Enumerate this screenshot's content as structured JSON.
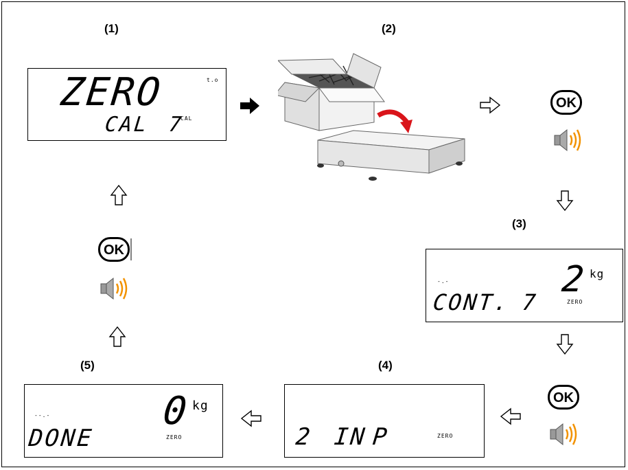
{
  "steps": {
    "s1": "(1)",
    "s2": "(2)",
    "s3": "(3)",
    "s4": "(4)",
    "s5": "(5)"
  },
  "display1": {
    "main": "ZERO",
    "sub": "CAL",
    "sub_num": "7",
    "corner": "t.o",
    "small": "CAL"
  },
  "display3": {
    "indicator": "-.-",
    "main": "CONT.",
    "main_num": "7",
    "value": "2",
    "unit": "kg",
    "tag": "ZERO"
  },
  "display4": {
    "main": "2",
    "main_b": "IN",
    "main_c": "P",
    "tag": "ZERO"
  },
  "display5": {
    "indicator": "--.-",
    "main": "DONE",
    "value": "0",
    "unit": "kg",
    "tag": "ZERO"
  },
  "ok_label": "OK",
  "icons": [
    "ok-button-icon",
    "speaker-beep-icon",
    "arrow-right-icon",
    "arrow-down-icon",
    "arrow-left-icon",
    "arrow-up-icon",
    "box-of-nails-icon",
    "platform-scale-icon"
  ],
  "colors": {
    "accent": "#e6007e",
    "speaker_wave": "#f29200",
    "arrow_red": "#d9141a"
  }
}
